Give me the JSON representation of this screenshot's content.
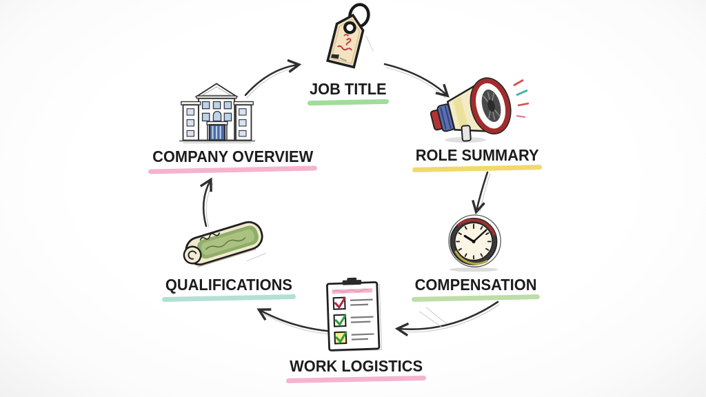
{
  "diagram": {
    "type": "cycle",
    "style": "hand-drawn sketch on white background",
    "nodes": [
      {
        "id": "job-title",
        "label": "JOB TITLE",
        "icon": "price-tag-icon",
        "underline_color": "#8fd688"
      },
      {
        "id": "role-summary",
        "label": "ROLE SUMMARY",
        "icon": "megaphone-icon",
        "underline_color": "#f0d24f"
      },
      {
        "id": "compensation",
        "label": "COMPENSATION",
        "icon": "clock-icon",
        "underline_color": "#b2d897"
      },
      {
        "id": "work-logistics",
        "label": "WORK LOGISTICS",
        "icon": "checklist-clipboard-icon",
        "underline_color": "#f4a6c4"
      },
      {
        "id": "qualifications",
        "label": "QUALIFICATIONS",
        "icon": "rolled-diploma-icon",
        "underline_color": "#a6dacd"
      },
      {
        "id": "company-overview",
        "label": "COMPANY OVERVIEW",
        "icon": "office-building-icon",
        "underline_color": "#f4a6c4"
      }
    ],
    "flow": [
      {
        "from": "company-overview",
        "to": "job-title"
      },
      {
        "from": "job-title",
        "to": "role-summary"
      },
      {
        "from": "role-summary",
        "to": "compensation"
      },
      {
        "from": "compensation",
        "to": "work-logistics"
      },
      {
        "from": "work-logistics",
        "to": "qualifications"
      },
      {
        "from": "qualifications",
        "to": "company-overview"
      }
    ],
    "colors": {
      "ink": "#222222",
      "arrow": "#2f2f2f",
      "background": "#ffffff"
    }
  }
}
